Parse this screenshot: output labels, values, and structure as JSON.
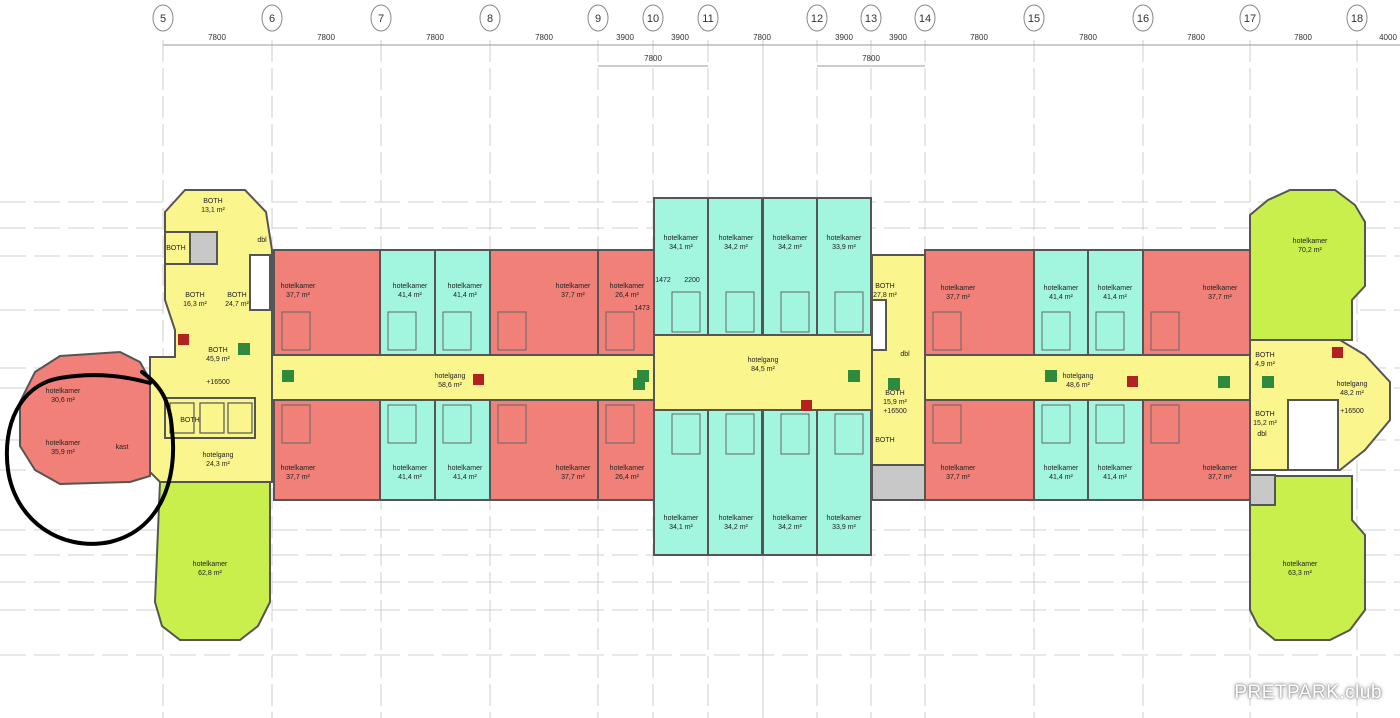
{
  "colors": {
    "guest_room_red": "#f08078",
    "guest_room_cyan": "#a2f6df",
    "common_yellow": "#fbf58e",
    "suite_lime": "#c8ef4c",
    "wall": "#555555",
    "stair_gray": "#c8c8c8",
    "exit_green": "#2e8b3e",
    "fire_red": "#b22222",
    "annotation": "#000000"
  },
  "grid_axes": [
    "5",
    "6",
    "7",
    "8",
    "9",
    "10",
    "11",
    "12",
    "13",
    "14",
    "15",
    "16",
    "17",
    "18"
  ],
  "dimensions_top": [
    "7800",
    "7800",
    "7800",
    "7800",
    "3900",
    "3900",
    "7800",
    "3900",
    "3900",
    "7800",
    "7800",
    "7800",
    "7800",
    "4000"
  ],
  "dimensions_sub": [
    "7800",
    "7800"
  ],
  "rooms": [
    {
      "name": "BOTH",
      "area": "13,1 m²"
    },
    {
      "name": "BOTH",
      "area": "16,3 m²"
    },
    {
      "name": "BOTH",
      "area": "24,7 m²"
    },
    {
      "name": "BOTH",
      "area": "45,9 m²"
    },
    {
      "name": "hotelkamer",
      "area": "30,6 m²"
    },
    {
      "name": "hotelkamer",
      "area": "35,9 m²"
    },
    {
      "name": "hotelgang",
      "area": "24,3 m²"
    },
    {
      "name": "hotelkamer",
      "area": "62,8 m²"
    },
    {
      "name": "hotelkamer",
      "area": "37,7 m²"
    },
    {
      "name": "hotelkamer",
      "area": "41,4 m²"
    },
    {
      "name": "hotelkamer",
      "area": "41,4 m²"
    },
    {
      "name": "hotelkamer",
      "area": "37,7 m²"
    },
    {
      "name": "hotelkamer",
      "area": "26,4 m²"
    },
    {
      "name": "hotelgang",
      "area": "58,6 m²"
    },
    {
      "name": "hotelkamer",
      "area": "37,7 m²"
    },
    {
      "name": "hotelkamer",
      "area": "41,4 m²"
    },
    {
      "name": "hotelkamer",
      "area": "41,4 m²"
    },
    {
      "name": "hotelkamer",
      "area": "37,7 m²"
    },
    {
      "name": "hotelkamer",
      "area": "26,4 m²"
    },
    {
      "name": "hotelkamer",
      "area": "34,1 m²"
    },
    {
      "name": "hotelkamer",
      "area": "34,2 m²"
    },
    {
      "name": "hotelkamer",
      "area": "34,2 m²"
    },
    {
      "name": "hotelkamer",
      "area": "33,9 m²"
    },
    {
      "name": "hotelgang",
      "area": "84,5 m²"
    },
    {
      "name": "hotelkamer",
      "area": "34,1 m²"
    },
    {
      "name": "hotelkamer",
      "area": "34,2 m²"
    },
    {
      "name": "hotelkamer",
      "area": "34,2 m²"
    },
    {
      "name": "hotelkamer",
      "area": "33,9 m²"
    },
    {
      "name": "BOTH",
      "area": "27,8 m²"
    },
    {
      "name": "BOTH",
      "area": "15,9 m²"
    },
    {
      "name": "hotelkamer",
      "area": "37,7 m²"
    },
    {
      "name": "hotelkamer",
      "area": "41,4 m²"
    },
    {
      "name": "hotelkamer",
      "area": "41,4 m²"
    },
    {
      "name": "hotelkamer",
      "area": "37,7 m²"
    },
    {
      "name": "hotelgang",
      "area": "48,6 m²"
    },
    {
      "name": "hotelkamer",
      "area": "37,7 m²"
    },
    {
      "name": "hotelkamer",
      "area": "41,4 m²"
    },
    {
      "name": "hotelkamer",
      "area": "41,4 m²"
    },
    {
      "name": "hotelkamer",
      "area": "37,7 m²"
    },
    {
      "name": "hotelkamer",
      "area": "70,2 m²"
    },
    {
      "name": "BOTH",
      "area": "4,9 m²"
    },
    {
      "name": "hotelgang",
      "area": "48,2 m²"
    },
    {
      "name": "BOTH",
      "area": "15,2 m²"
    },
    {
      "name": "hotelkamer",
      "area": "63,3 m²"
    }
  ],
  "small_labels": [
    "BOTH",
    "BOTH",
    "BOTH",
    "kast",
    "dbl",
    "dbl",
    "dbl",
    "1472",
    "2200",
    "1473"
  ],
  "levels": [
    "+16500",
    "+16500",
    "+16500"
  ],
  "watermark": "PRETPARK.club"
}
